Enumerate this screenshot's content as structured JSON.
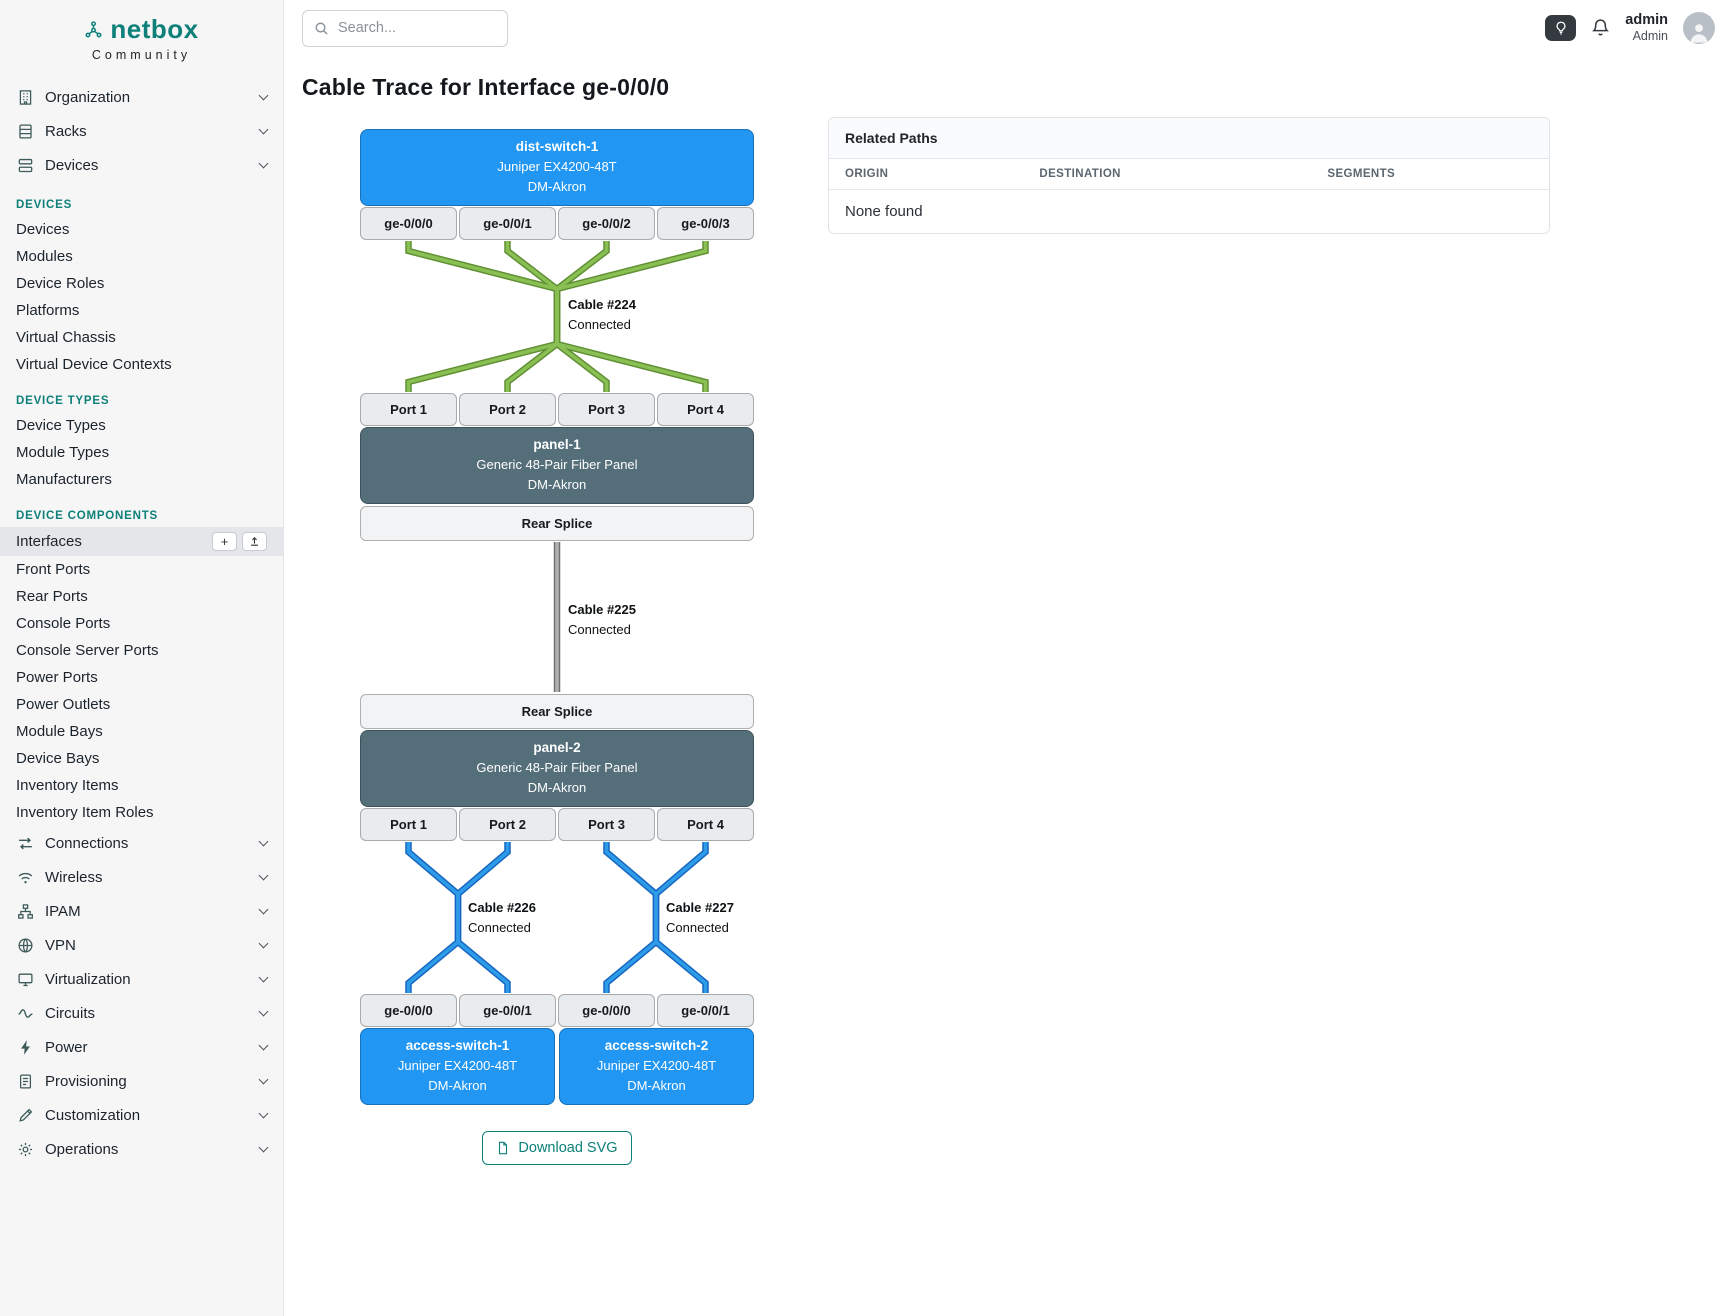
{
  "brand": {
    "name": "netbox",
    "community": "Community"
  },
  "topbar": {
    "search_placeholder": "Search...",
    "user": {
      "name": "admin",
      "role": "Admin"
    }
  },
  "sidebar": {
    "groups_top": [
      {
        "label": "Organization"
      },
      {
        "label": "Racks"
      },
      {
        "label": "Devices"
      }
    ],
    "sections": [
      {
        "heading": "DEVICES",
        "items": [
          "Devices",
          "Modules",
          "Device Roles",
          "Platforms",
          "Virtual Chassis",
          "Virtual Device Contexts"
        ]
      },
      {
        "heading": "DEVICE TYPES",
        "items": [
          "Device Types",
          "Module Types",
          "Manufacturers"
        ]
      },
      {
        "heading": "DEVICE COMPONENTS",
        "items": [
          "Interfaces",
          "Front Ports",
          "Rear Ports",
          "Console Ports",
          "Console Server Ports",
          "Power Ports",
          "Power Outlets",
          "Module Bays",
          "Device Bays",
          "Inventory Items",
          "Inventory Item Roles"
        ]
      }
    ],
    "groups_bottom": [
      {
        "label": "Connections"
      },
      {
        "label": "Wireless"
      },
      {
        "label": "IPAM"
      },
      {
        "label": "VPN"
      },
      {
        "label": "Virtualization"
      },
      {
        "label": "Circuits"
      },
      {
        "label": "Power"
      },
      {
        "label": "Provisioning"
      },
      {
        "label": "Customization"
      },
      {
        "label": "Operations"
      }
    ],
    "active_item": "Interfaces"
  },
  "page": {
    "title": "Cable Trace for Interface ge-0/0/0"
  },
  "related_paths": {
    "title": "Related Paths",
    "columns": [
      "ORIGIN",
      "DESTINATION",
      "SEGMENTS"
    ],
    "empty_text": "None found"
  },
  "trace": {
    "dist_switch": {
      "name": "dist-switch-1",
      "model": "Juniper EX4200-48T",
      "site": "DM-Akron",
      "ports": [
        "ge-0/0/0",
        "ge-0/0/1",
        "ge-0/0/2",
        "ge-0/0/3"
      ]
    },
    "panel1": {
      "name": "panel-1",
      "model": "Generic 48-Pair Fiber Panel",
      "site": "DM-Akron",
      "ports": [
        "Port 1",
        "Port 2",
        "Port 3",
        "Port 4"
      ],
      "rear_label": "Rear Splice"
    },
    "panel2": {
      "name": "panel-2",
      "model": "Generic 48-Pair Fiber Panel",
      "site": "DM-Akron",
      "ports": [
        "Port 1",
        "Port 2",
        "Port 3",
        "Port 4"
      ],
      "rear_label": "Rear Splice"
    },
    "access1": {
      "name": "access-switch-1",
      "model": "Juniper EX4200-48T",
      "site": "DM-Akron",
      "ports": [
        "ge-0/0/0",
        "ge-0/0/1"
      ]
    },
    "access2": {
      "name": "access-switch-2",
      "model": "Juniper EX4200-48T",
      "site": "DM-Akron",
      "ports": [
        "ge-0/0/0",
        "ge-0/0/1"
      ]
    },
    "cables": [
      {
        "id": "Cable #224",
        "status": "Connected",
        "color": "#8abf54"
      },
      {
        "id": "Cable #225",
        "status": "Connected",
        "color": "#b0b0b0"
      },
      {
        "id": "Cable #226",
        "status": "Connected",
        "color": "#2e9be8"
      },
      {
        "id": "Cable #227",
        "status": "Connected",
        "color": "#2e9be8"
      }
    ],
    "download_label": "Download SVG"
  },
  "colors": {
    "accent_teal": "#0e8079",
    "device_blue": "#2196f3",
    "panel_slate": "#546e7a",
    "cable_green": "#8abf54",
    "cable_gray": "#b0b0b0",
    "cable_blue": "#2e9be8"
  }
}
